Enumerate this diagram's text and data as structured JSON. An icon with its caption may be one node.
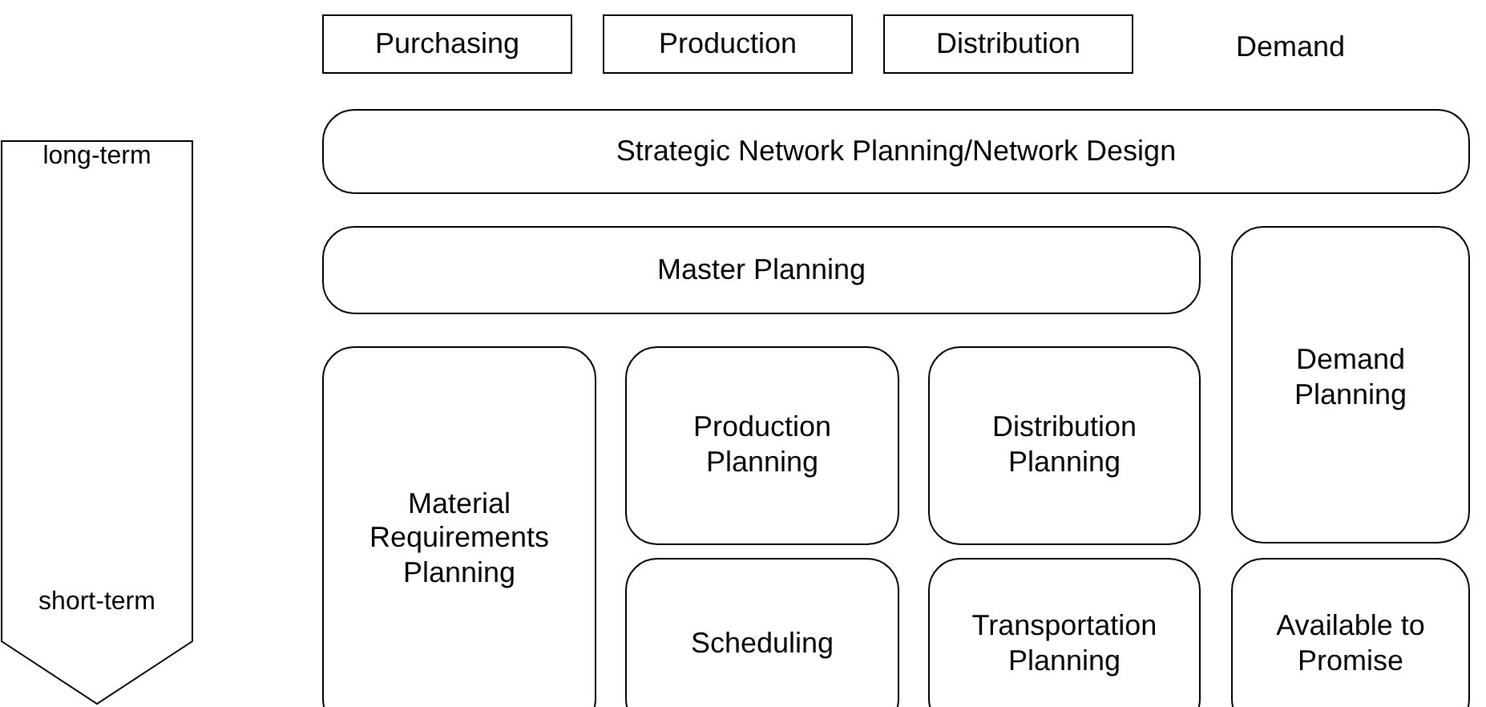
{
  "diagram": {
    "nodes": [
      {
        "text": [
          "Purchasing"
        ]
      },
      {
        "text": [
          "Production"
        ]
      },
      {
        "text": [
          "Distribution"
        ]
      },
      {
        "text": [
          "long-term",
          "short-term"
        ]
      },
      {
        "text": [
          "Strategic Network Planning/Network Design"
        ]
      },
      {
        "text": [
          "Master Planning"
        ]
      },
      {
        "text": [
          "Demand Planning"
        ]
      },
      {
        "text": [
          "Material Requirements Planning"
        ]
      },
      {
        "text": [
          "Production Planning"
        ]
      },
      {
        "text": [
          "Distribution Planning"
        ]
      },
      {
        "text": [
          "Scheduling"
        ]
      },
      {
        "text": [
          "Transportation Planning"
        ]
      },
      {
        "text": [
          "Available to Promise"
        ]
      }
    ],
    "labels": [
      "Demand"
    ]
  }
}
